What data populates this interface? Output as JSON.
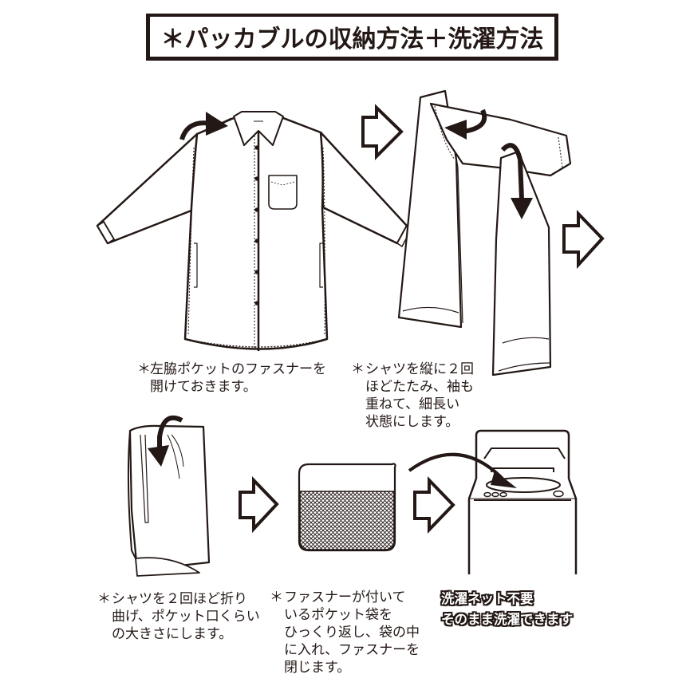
{
  "title": "＊パッカブルの収納方法＋洗濯方法",
  "steps": [
    {
      "id": 1,
      "illustration": "shirt-front-open",
      "icon": "curved-arrow-icon",
      "note": {
        "mark": "＊",
        "lines": [
          "左脇ポケットのファスナーを",
          "開けておきます。"
        ]
      }
    },
    {
      "id": 2,
      "illustration": "shirt-folded-lengthwise",
      "icon": "curved-arrow-icon",
      "note": {
        "mark": "＊",
        "lines": [
          "シャツを縦に２回",
          "ほどたたみ、袖も",
          "重ねて、細長い",
          "状態にします。"
        ]
      }
    },
    {
      "id": 3,
      "illustration": "shirt-folded-bundle",
      "icon": "curved-arrow-icon",
      "note": {
        "mark": "＊",
        "lines": [
          "シャツを２回ほど折り",
          "曲げ、ポケット口くらい",
          "の大きさにします。"
        ]
      }
    },
    {
      "id": 4,
      "illustration": "packed-pouch",
      "note": {
        "mark": "＊",
        "lines": [
          "ファスナーが付いて",
          "いるポケット袋を",
          "ひっくり返し、袋の中",
          "に入れ、ファスナーを",
          "閉じます。"
        ]
      }
    },
    {
      "id": 5,
      "illustration": "washing-machine",
      "icon": "curved-arrow-icon",
      "callout": {
        "lines": [
          "洗濯ネット不要",
          "そのまま洗濯できます"
        ]
      }
    }
  ],
  "flow_arrows": [
    "next-arrow-icon",
    "next-arrow-icon",
    "next-arrow-icon",
    "next-arrow-icon"
  ],
  "colors": {
    "ink": "#231815",
    "background": "#ffffff"
  }
}
